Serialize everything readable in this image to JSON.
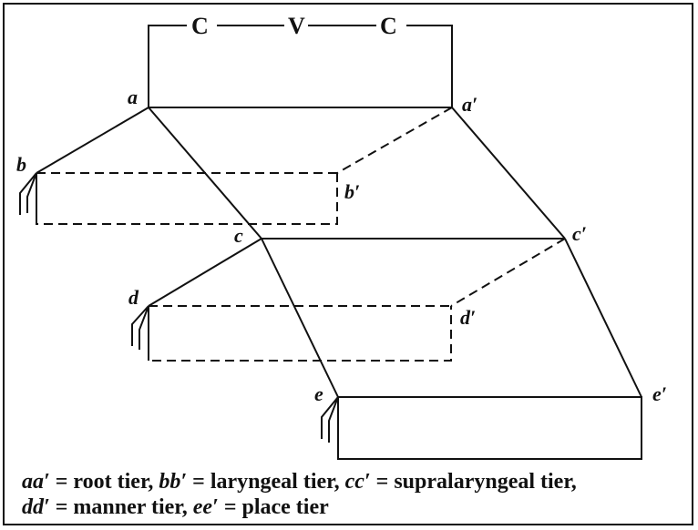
{
  "skeleton": {
    "c1": "C",
    "v": "V",
    "c2": "C"
  },
  "nodes": {
    "a": "a",
    "a_prime": "a′",
    "b": "b",
    "b_prime": "b′",
    "c": "c",
    "c_prime": "c′",
    "d": "d",
    "d_prime": "d′",
    "e": "e",
    "e_prime": "e′"
  },
  "caption": {
    "line1": [
      {
        "sym": "aa′",
        "text": " = root tier, "
      },
      {
        "sym": "bb′",
        "text": " = laryngeal tier, "
      },
      {
        "sym": "cc′",
        "text": " = supralaryngeal tier,"
      }
    ],
    "line2": [
      {
        "sym": "dd′",
        "text": " = manner tier, "
      },
      {
        "sym": "ee′",
        "text": " = place tier"
      }
    ]
  }
}
